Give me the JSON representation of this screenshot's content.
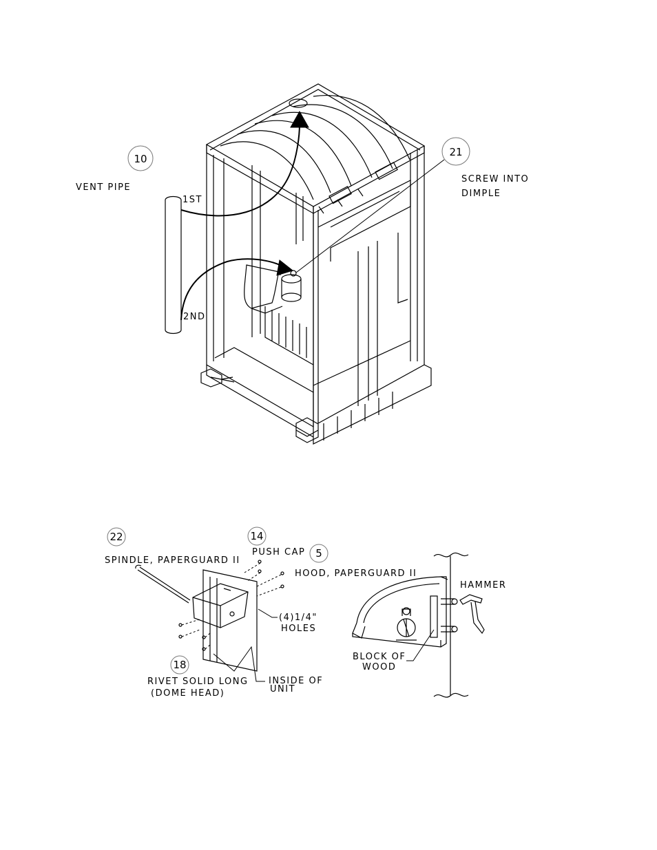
{
  "top_diagram": {
    "callouts": {
      "vent_pipe": {
        "number": "10",
        "label": "VENT PIPE"
      },
      "screw": {
        "number": "21",
        "label_line1": "SCREW INTO",
        "label_line2": "DIMPLE"
      }
    },
    "steps": {
      "first": "1ST",
      "second": "2ND"
    }
  },
  "bottom_diagram": {
    "callouts": {
      "spindle": {
        "number": "22",
        "label": "SPINDLE, PAPERGUARD II"
      },
      "push_cap": {
        "number": "14",
        "label": "PUSH CAP"
      },
      "hood": {
        "number": "5",
        "label": "HOOD, PAPERGUARD II"
      },
      "rivet": {
        "number": "18",
        "label_line1": "RIVET SOLID LONG",
        "label_line2": "(DOME HEAD)"
      }
    },
    "labels": {
      "holes_line1": "(4)1/4\"",
      "holes_line2": "HOLES",
      "inside_line1": "INSIDE OF",
      "inside_line2": "UNIT",
      "hammer": "HAMMER",
      "block_line1": "BLOCK OF",
      "block_line2": "WOOD"
    }
  }
}
